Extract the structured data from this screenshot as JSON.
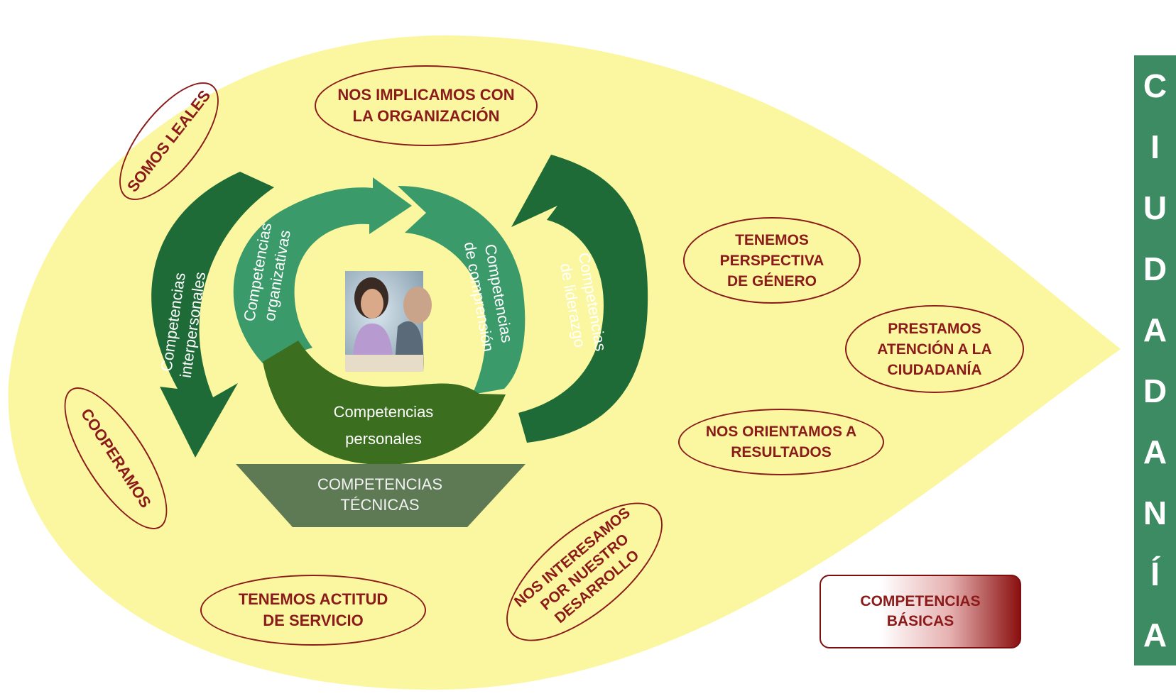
{
  "diagram": {
    "core_values": [
      {
        "id": "implicamos",
        "lines": [
          "NOS IMPLICAMOS CON",
          "LA ORGANIZACIÓN"
        ]
      },
      {
        "id": "leales",
        "lines": [
          "SOMOS LEALES"
        ]
      },
      {
        "id": "perspectiva",
        "lines": [
          "TENEMOS",
          "PERSPECTIVA",
          "DE GÉNERO"
        ]
      },
      {
        "id": "atencion",
        "lines": [
          "PRESTAMOS",
          "ATENCIÓN A LA",
          "CIUDADANÍA"
        ]
      },
      {
        "id": "resultados",
        "lines": [
          "NOS ORIENTAMOS A",
          "RESULTADOS"
        ]
      },
      {
        "id": "cooperamos",
        "lines": [
          "COOPERAMOS"
        ]
      },
      {
        "id": "desarrollo",
        "lines": [
          "NOS INTERESAMOS",
          "POR NUESTRO",
          "DESARROLLO"
        ]
      },
      {
        "id": "servicio",
        "lines": [
          "TENEMOS ACTITUD",
          "DE SERVICIO"
        ]
      }
    ],
    "competencies": {
      "interpersonales": [
        "Competencias",
        "interpersonales"
      ],
      "liderazgo": [
        "Competencias",
        "de liderazgo"
      ],
      "organizativas": [
        "Competencias",
        "organizativas"
      ],
      "comprension": [
        "Competencias",
        "de comprensión"
      ],
      "personales": [
        "Competencias",
        "personales"
      ]
    },
    "tecnicas": [
      "COMPETENCIAS",
      "TÉCNICAS"
    ],
    "basicas": [
      "COMPETENCIAS",
      "BÁSICAS"
    ],
    "sidebar_letters": [
      "C",
      "I",
      "U",
      "D",
      "A",
      "D",
      "A",
      "N",
      "Í",
      "A"
    ],
    "colors": {
      "drop_fill": "#fbf7a0",
      "dark_green": "#1e6b38",
      "medium_green": "#3a9a6a",
      "olive_green": "#3b6e1e",
      "tech_grey": "#5e7a55",
      "oval_border": "#8b1a1a",
      "sidebar": "#3d8b63"
    }
  }
}
